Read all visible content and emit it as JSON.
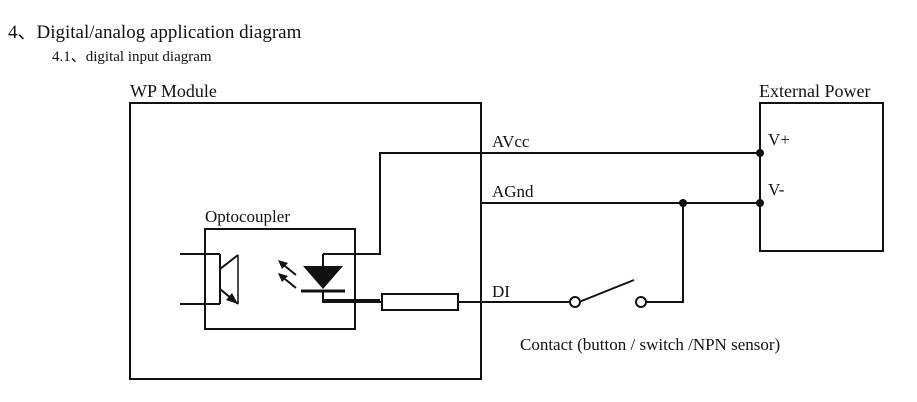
{
  "header": {
    "title": "4、Digital/analog application diagram",
    "subtitle": "4.1、digital input diagram"
  },
  "diagram": {
    "module_label": "WP Module",
    "power_label": "External Power",
    "optocoupler_label": "Optocoupler",
    "pins": {
      "avcc": "AVcc",
      "agnd": "AGnd",
      "di": "DI",
      "vplus": "V+",
      "vminus": "V-"
    },
    "contact_label": "Contact (button / switch /NPN sensor)"
  },
  "colors": {
    "line": "#111111",
    "background": "#ffffff"
  }
}
